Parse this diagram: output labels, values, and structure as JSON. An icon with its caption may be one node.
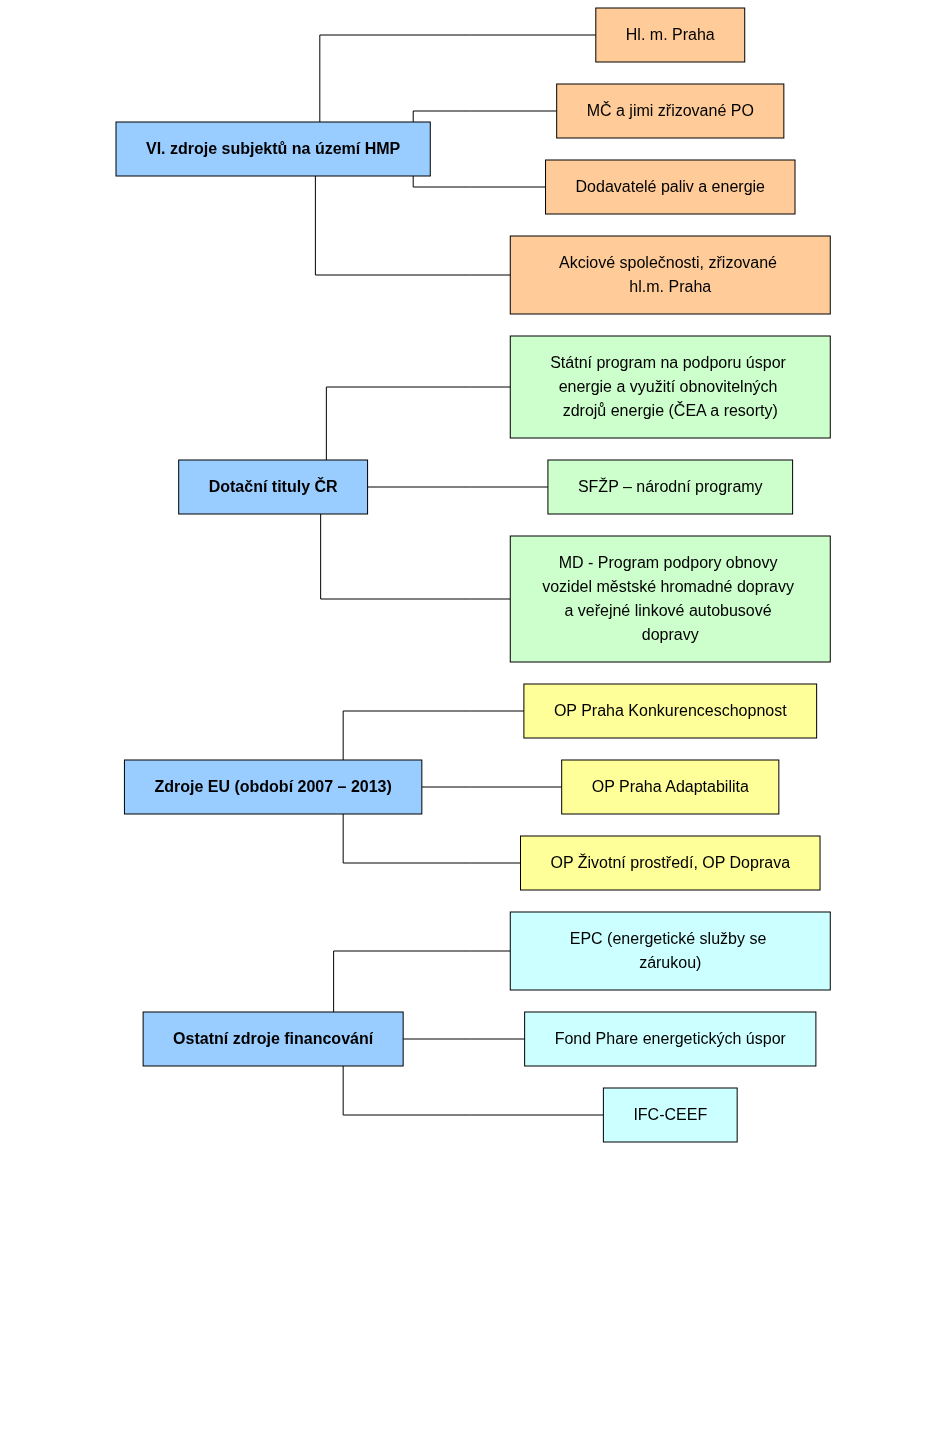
{
  "diagram": {
    "nodes": [
      {
        "text": [
          "VI. zdroje subjektů na území HMP"
        ]
      },
      {
        "text": [
          "Hl. m. Praha"
        ]
      },
      {
        "text": [
          "MČ a jimi zřizované PO"
        ]
      },
      {
        "text": [
          "Dodavatelé paliv a energie"
        ]
      },
      {
        "text": [
          "Akciové společnosti, zřizované hl.m. Praha"
        ]
      },
      {
        "text": [
          "Dotační tituly ČR"
        ]
      },
      {
        "text": [
          "Státní program na podporu úspor energie a využití obnovitelných zdrojů energie (ČEA a resorty)"
        ]
      },
      {
        "text": [
          "SFŽP – národní programy"
        ]
      },
      {
        "text": [
          "MD - Program podpory obnovy vozidel městské hromadné dopravy a veřejné linkové autobusové dopravy"
        ]
      },
      {
        "text": [
          "Zdroje EU (období 2007 – 2013)"
        ]
      },
      {
        "text": [
          "OP Praha Konkurenceschopnost"
        ]
      },
      {
        "text": [
          "OP Praha Adaptabilita"
        ]
      },
      {
        "text": [
          "OP Životní prostředí, OP Doprava"
        ]
      },
      {
        "text": [
          "Ostatní zdroje financování"
        ]
      },
      {
        "text": [
          "EPC (energetické služby se zárukou)"
        ]
      },
      {
        "text": [
          "Fond Phare energetických úspor"
        ]
      },
      {
        "text": [
          "IFC-CEEF"
        ]
      }
    ],
    "edges": [
      {
        "from": 0,
        "to": 1,
        "arrow": "none"
      },
      {
        "from": 0,
        "to": 2,
        "arrow": "none"
      },
      {
        "from": 0,
        "to": 3,
        "arrow": "none"
      },
      {
        "from": 0,
        "to": 4,
        "arrow": "none"
      },
      {
        "from": 5,
        "to": 6,
        "arrow": "none"
      },
      {
        "from": 5,
        "to": 7,
        "arrow": "none"
      },
      {
        "from": 5,
        "to": 8,
        "arrow": "none"
      },
      {
        "from": 9,
        "to": 10,
        "arrow": "none"
      },
      {
        "from": 9,
        "to": 11,
        "arrow": "none"
      },
      {
        "from": 9,
        "to": 12,
        "arrow": "none"
      },
      {
        "from": 13,
        "to": 14,
        "arrow": "none"
      },
      {
        "from": 13,
        "to": 15,
        "arrow": "none"
      },
      {
        "from": 13,
        "to": 16,
        "arrow": "none"
      }
    ]
  }
}
